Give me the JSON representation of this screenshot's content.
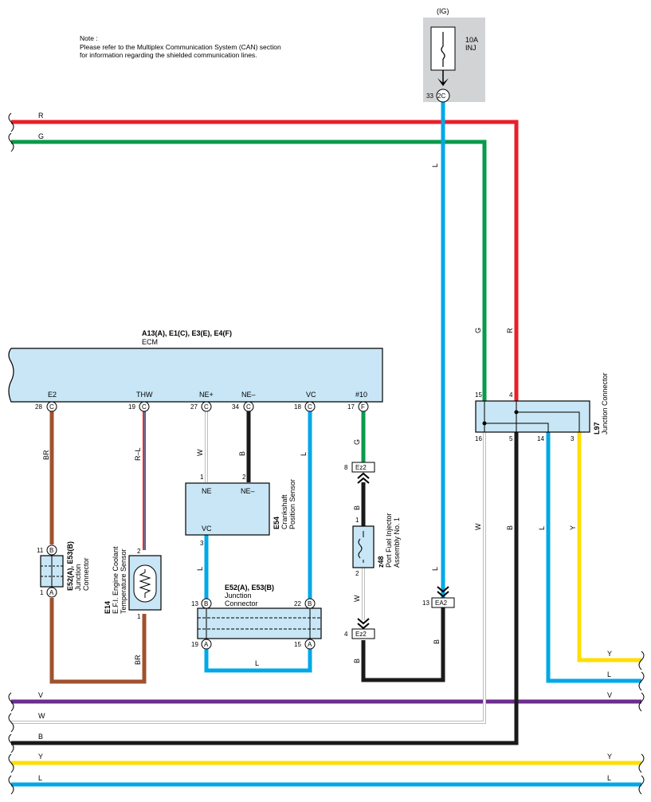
{
  "note": {
    "line1": "Note :",
    "line2": "Please refer to the Multiplex Communication System (CAN) section",
    "line3": "for information regarding the shielded communication lines."
  },
  "fuse": {
    "source": "(IG)",
    "rating": "10A",
    "name": "INJ",
    "pin_num": "33",
    "pin_conn": "2C"
  },
  "wires": {
    "R": "R",
    "G": "G",
    "L": "L",
    "BR": "BR",
    "RL": "R–L",
    "W": "W",
    "B": "B",
    "Y": "Y",
    "V": "V"
  },
  "ecm": {
    "title": "A13(A), E1(C), E3(E), E4(F)",
    "name": "ECM",
    "terminals": [
      {
        "label": "E2",
        "num": "28",
        "conn": "C"
      },
      {
        "label": "THW",
        "num": "19",
        "conn": "C"
      },
      {
        "label": "NE+",
        "num": "27",
        "conn": "C"
      },
      {
        "label": "NE–",
        "num": "34",
        "conn": "C"
      },
      {
        "label": "VC",
        "num": "18",
        "conn": "C"
      },
      {
        "label": "#10",
        "num": "17",
        "conn": "F"
      }
    ]
  },
  "crank": {
    "code": "E54",
    "line1": "Crankshaft",
    "line2": "Position Sensor",
    "ne": "NE",
    "neg": "NE–",
    "vc": "VC",
    "p1": "1",
    "p2": "2",
    "p3": "3"
  },
  "ect": {
    "code": "E14",
    "line1": "E.F.I. Engine Coolant",
    "line2": "Temperature Sensor",
    "p1": "1",
    "p2": "2"
  },
  "jc_left": {
    "code": "E52(A), E53(B)",
    "line1": "Junction",
    "line2": "Connector",
    "top_num": "11",
    "top_conn": "B",
    "bot_num": "1",
    "bot_conn": "A"
  },
  "jc_mid": {
    "code": "E52(A), E53(B)",
    "line1": "Junction",
    "line2": "Connector",
    "tl_num": "13",
    "tl_conn": "B",
    "tr_num": "22",
    "tr_conn": "B",
    "bl_num": "19",
    "bl_conn": "A",
    "br_num": "15",
    "br_conn": "A"
  },
  "injector": {
    "code": "z48",
    "line1": "Port Fuel Injector",
    "line2": "Assembly No. 1",
    "p1": "1",
    "p2": "2"
  },
  "connectors": {
    "ez2_top_num": "8",
    "ez2_top": "Ez2",
    "ez2_bot_num": "4",
    "ez2_bot": "Ez2",
    "ea2_num": "13",
    "ea2": "EA2"
  },
  "l97": {
    "code": "L97",
    "name": "Junction Connector",
    "p15": "15",
    "p4": "4",
    "p16": "16",
    "p5": "5",
    "p14": "14",
    "p3": "3"
  },
  "colors": {
    "red": "#e8202a",
    "green": "#0a9a4a",
    "blue": "#00a8e8",
    "brown": "#a0522d",
    "purple": "#6b2d8e",
    "yellow": "#ffde00",
    "black": "#1a1a1a",
    "white_wire": "#bdbdbd",
    "box_fill": "#c8e6f5",
    "fuse_bg": "#d2d3d5"
  }
}
